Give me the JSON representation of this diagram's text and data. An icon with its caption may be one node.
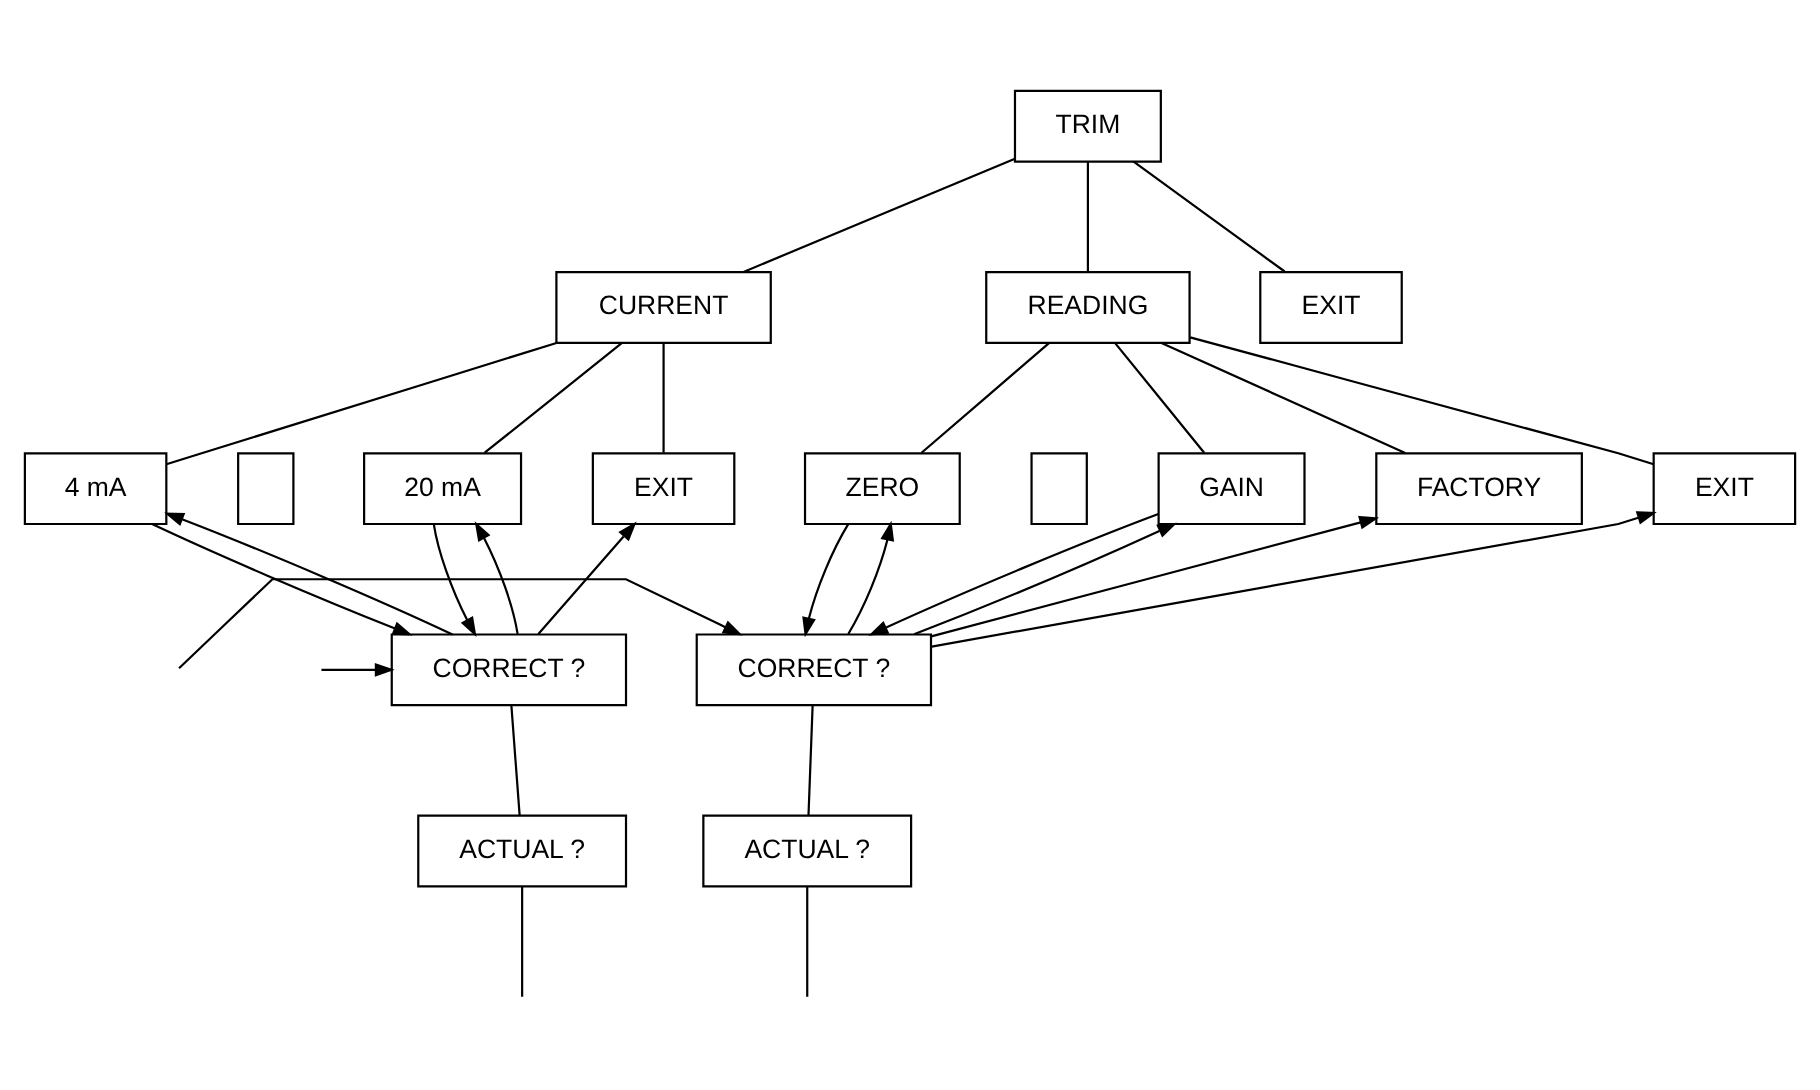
{
  "diagram": {
    "nodes": [
      {
        "text": [
          "TRIM"
        ]
      },
      {
        "text": [
          "CURRENT"
        ]
      },
      {
        "text": [
          "READING"
        ]
      },
      {
        "text": [
          "EXIT"
        ]
      },
      {
        "text": [
          "4 mA"
        ]
      },
      {
        "text": [],
        "shape": "box"
      },
      {
        "text": [
          "20 mA"
        ]
      },
      {
        "text": [
          "EXIT"
        ]
      },
      {
        "text": [
          "ZERO"
        ]
      },
      {
        "text": [],
        "shape": "box"
      },
      {
        "text": [
          "GAIN"
        ]
      },
      {
        "text": [
          "FACTORY"
        ]
      },
      {
        "text": [
          "EXIT"
        ]
      },
      {
        "text": [
          "CORRECT ?"
        ]
      },
      {
        "text": [
          "CORRECT ?"
        ]
      },
      {
        "text": [
          "ACTUAL ?"
        ]
      },
      {
        "text": [
          "ACTUAL ?"
        ]
      }
    ],
    "edges": [
      {
        "from": 0,
        "to": 1,
        "arrow": "none"
      },
      {
        "from": 0,
        "to": 2,
        "arrow": "none"
      },
      {
        "from": 0,
        "to": 3,
        "arrow": "none"
      },
      {
        "from": 1,
        "to": 4,
        "arrow": "none"
      },
      {
        "from": 1,
        "to": 6,
        "arrow": "none"
      },
      {
        "from": 1,
        "to": 7,
        "arrow": "none"
      },
      {
        "from": 2,
        "to": 8,
        "arrow": "none"
      },
      {
        "from": 2,
        "to": 10,
        "arrow": "none"
      },
      {
        "from": 2,
        "to": 11,
        "arrow": "none"
      },
      {
        "from": 2,
        "to": 12,
        "arrow": "none"
      },
      {
        "from": 4,
        "to": 13,
        "arrow": "to"
      },
      {
        "from": 6,
        "to": 13,
        "arrow": "to"
      },
      {
        "from": 8,
        "to": 14,
        "arrow": "to"
      },
      {
        "from": 10,
        "to": 14,
        "arrow": "to"
      },
      {
        "from": 13,
        "to": 4,
        "arrow": "to"
      },
      {
        "from": 13,
        "to": 6,
        "arrow": "to"
      },
      {
        "from": 13,
        "to": 7,
        "arrow": "to"
      },
      {
        "from": 14,
        "to": 8,
        "arrow": "to"
      },
      {
        "from": 14,
        "to": 10,
        "arrow": "to"
      },
      {
        "from": 14,
        "to": 11,
        "arrow": "to"
      },
      {
        "from": 14,
        "to": 12,
        "arrow": "to"
      },
      {
        "from": 13,
        "to": 15,
        "arrow": "none"
      },
      {
        "from": 14,
        "to": 16,
        "arrow": "none"
      },
      {
        "from": 15,
        "to": null,
        "arrow": "none"
      },
      {
        "from": null,
        "to": 13,
        "arrow": "to"
      },
      {
        "from": 16,
        "to": null,
        "arrow": "none"
      },
      {
        "from": null,
        "to": 14,
        "arrow": "to"
      }
    ]
  }
}
